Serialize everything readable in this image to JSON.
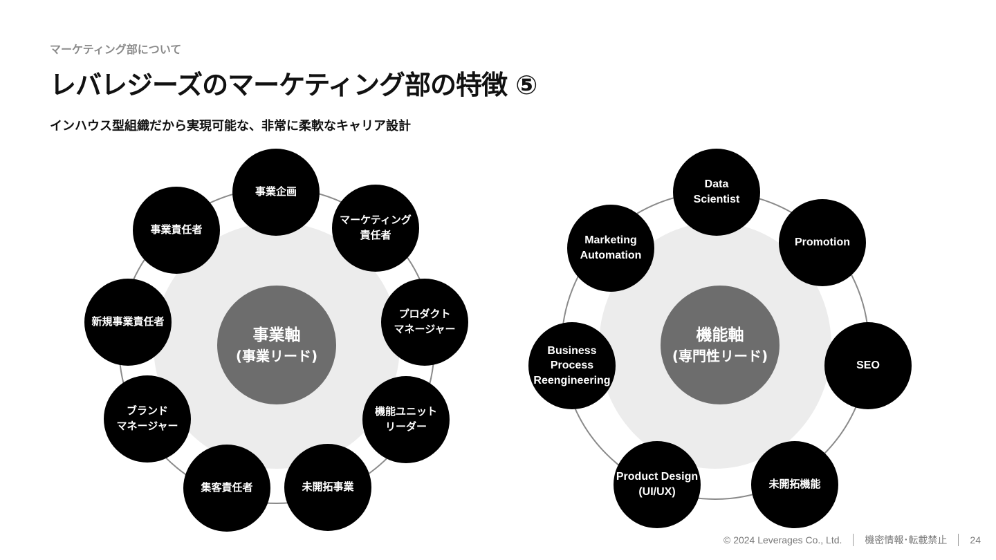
{
  "header": {
    "eyebrow": "マーケティング部について",
    "title": "レバレジーズのマーケティング部の特徴 ⑤",
    "subtitle": "インハウス型組織だから実現可能な、非常に柔軟なキャリア設計"
  },
  "left_diagram": {
    "center": {
      "title": "事業軸",
      "subtitle": "(事業リード)"
    },
    "nodes": [
      "事業企画",
      "マーケティング\n責任者",
      "プロダクト\nマネージャー",
      "機能ユニット\nリーダー",
      "未開拓事業",
      "集客責任者",
      "ブランド\nマネージャー",
      "新規事業責任者",
      "事業責任者"
    ]
  },
  "right_diagram": {
    "center": {
      "title": "機能軸",
      "subtitle": "(専門性リード)"
    },
    "nodes": [
      "Data\nScientist",
      "Promotion",
      "SEO",
      "未開拓機能",
      "Product Design\n(UI/UX)",
      "Business\nProcess\nReengineering",
      "Marketing\nAutomation"
    ]
  },
  "footer": {
    "copyright": "©  2024 Leverages Co., Ltd.",
    "confidential": "機密情報･転載禁止",
    "page_number": "24"
  },
  "colors": {
    "node": "#000000",
    "center": "#6d6d6d",
    "inner_fill": "#ececec",
    "ring": "#8a8a8a"
  }
}
